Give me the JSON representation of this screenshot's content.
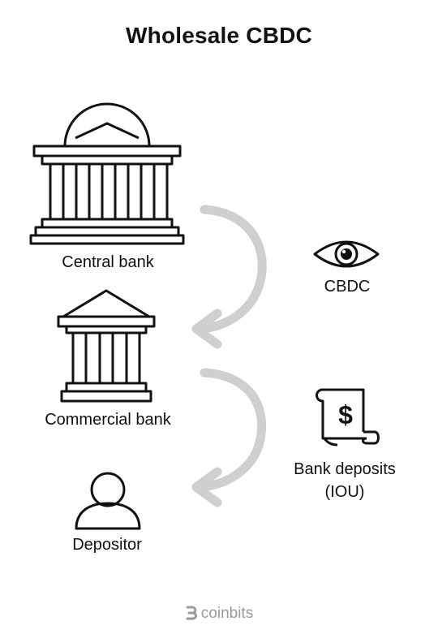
{
  "title": "Wholesale CBDC",
  "nodes": {
    "central_bank": "Central bank",
    "commercial_bank": "Commercial bank",
    "depositor": "Depositor"
  },
  "flows": {
    "cbdc": "CBDC",
    "bank_deposits_line1": "Bank deposits",
    "bank_deposits_line2": "(IOU)"
  },
  "brand": "coinbits",
  "icons": [
    "central-bank-icon",
    "commercial-bank-icon",
    "depositor-icon",
    "eye-icon",
    "receipt-dollar-icon",
    "curved-arrow-icon"
  ],
  "colors": {
    "ink": "#111111",
    "arrow": "#cccccc",
    "brand": "#9a9a9a"
  }
}
